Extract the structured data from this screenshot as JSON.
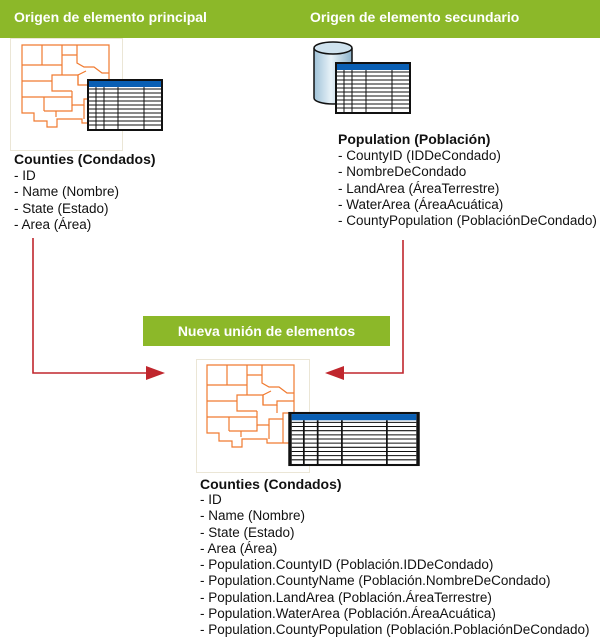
{
  "header": {
    "primary_source_label": "Origen de elemento principal",
    "secondary_source_label": "Origen de elemento secundario"
  },
  "colors": {
    "header_green": "#8cb829",
    "county_lines": "#f07a30",
    "table_header_blue": "#0a5fb4",
    "arrow_red": "#c0262d",
    "frame_border": "#ebe6d6"
  },
  "primary": {
    "title": "Counties (Condados)",
    "icon": "map-with-table-icon",
    "fields": [
      "ID",
      "Name (Nombre)",
      "State (Estado)",
      "Area (Área)"
    ]
  },
  "secondary": {
    "title": "Population (Población)",
    "icon": "database-with-table-icon",
    "fields": [
      "CountyID (IDDeCondado)",
      "NombreDeCondado",
      "LandArea (ÁreaTerrestre)",
      "WaterArea (ÁreaAcuática)",
      "CountyPopulation (PoblaciónDeCondado)"
    ]
  },
  "join": {
    "label": "Nueva unión de elementos"
  },
  "result": {
    "title": "Counties (Condados)",
    "icon": "map-with-table-icon",
    "fields": [
      "ID",
      "Name (Nombre)",
      "State (Estado)",
      "Area (Área)",
      "Population.CountyID (Población.IDDeCondado)",
      "Population.CountyName (Población.NombreDeCondado)",
      "Population.LandArea (Población.ÁreaTerrestre)",
      "Population.WaterArea (Población.ÁreaAcuática)",
      "Population.CountyPopulation (Población.PoblaciónDeCondado)"
    ]
  }
}
